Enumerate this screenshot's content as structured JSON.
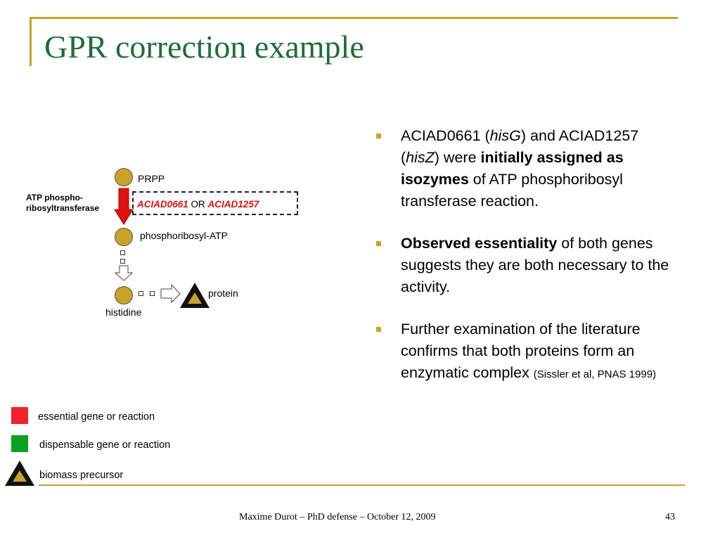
{
  "slide": {
    "title": "GPR correction example",
    "footer": "Maxime Durot – PhD defense – October 12, 2009",
    "page_number": "43"
  },
  "bullets": [
    {
      "parts": [
        {
          "text": "ACIAD0661 (",
          "style": "normal"
        },
        {
          "text": "hisG",
          "style": "italic"
        },
        {
          "text": ") and ACIAD1257 (",
          "style": "normal"
        },
        {
          "text": "hisZ",
          "style": "italic"
        },
        {
          "text": ") were ",
          "style": "normal"
        },
        {
          "text": "initially assigned as isozymes",
          "style": "bold"
        },
        {
          "text": " of ATP phosphoribosyl transferase reaction.",
          "style": "normal"
        }
      ]
    },
    {
      "parts": [
        {
          "text": "Observed essentiality",
          "style": "bold"
        },
        {
          "text": " of both genes suggests they are both necessary to the activity.",
          "style": "normal"
        }
      ]
    },
    {
      "parts": [
        {
          "text": "Further examination of the literature confirms that both proteins form an enzymatic complex ",
          "style": "normal"
        },
        {
          "text": "(Sissler et al, PNAS 1999)",
          "style": "small"
        }
      ]
    }
  ],
  "diagram": {
    "prpp": "PRPP",
    "phosphoribosyl_atp": "phosphoribosyl-ATP",
    "histidine": "histidine",
    "protein": "protein",
    "enzyme_line1": "ATP phospho-",
    "enzyme_line2": "ribosyltransferase",
    "gene1": "ACIAD0661",
    "gene_connector": " OR ",
    "gene2": "ACIAD1257"
  },
  "legend": {
    "essential": "essential gene or reaction",
    "dispensable": "dispensable gene or reaction",
    "biomass": "biomass precursor"
  },
  "colors": {
    "title_green": "#1f6b3a",
    "accent_gold": "#c9a227",
    "essential_red": "#f0232a",
    "dispensable_green": "#0aa020"
  }
}
